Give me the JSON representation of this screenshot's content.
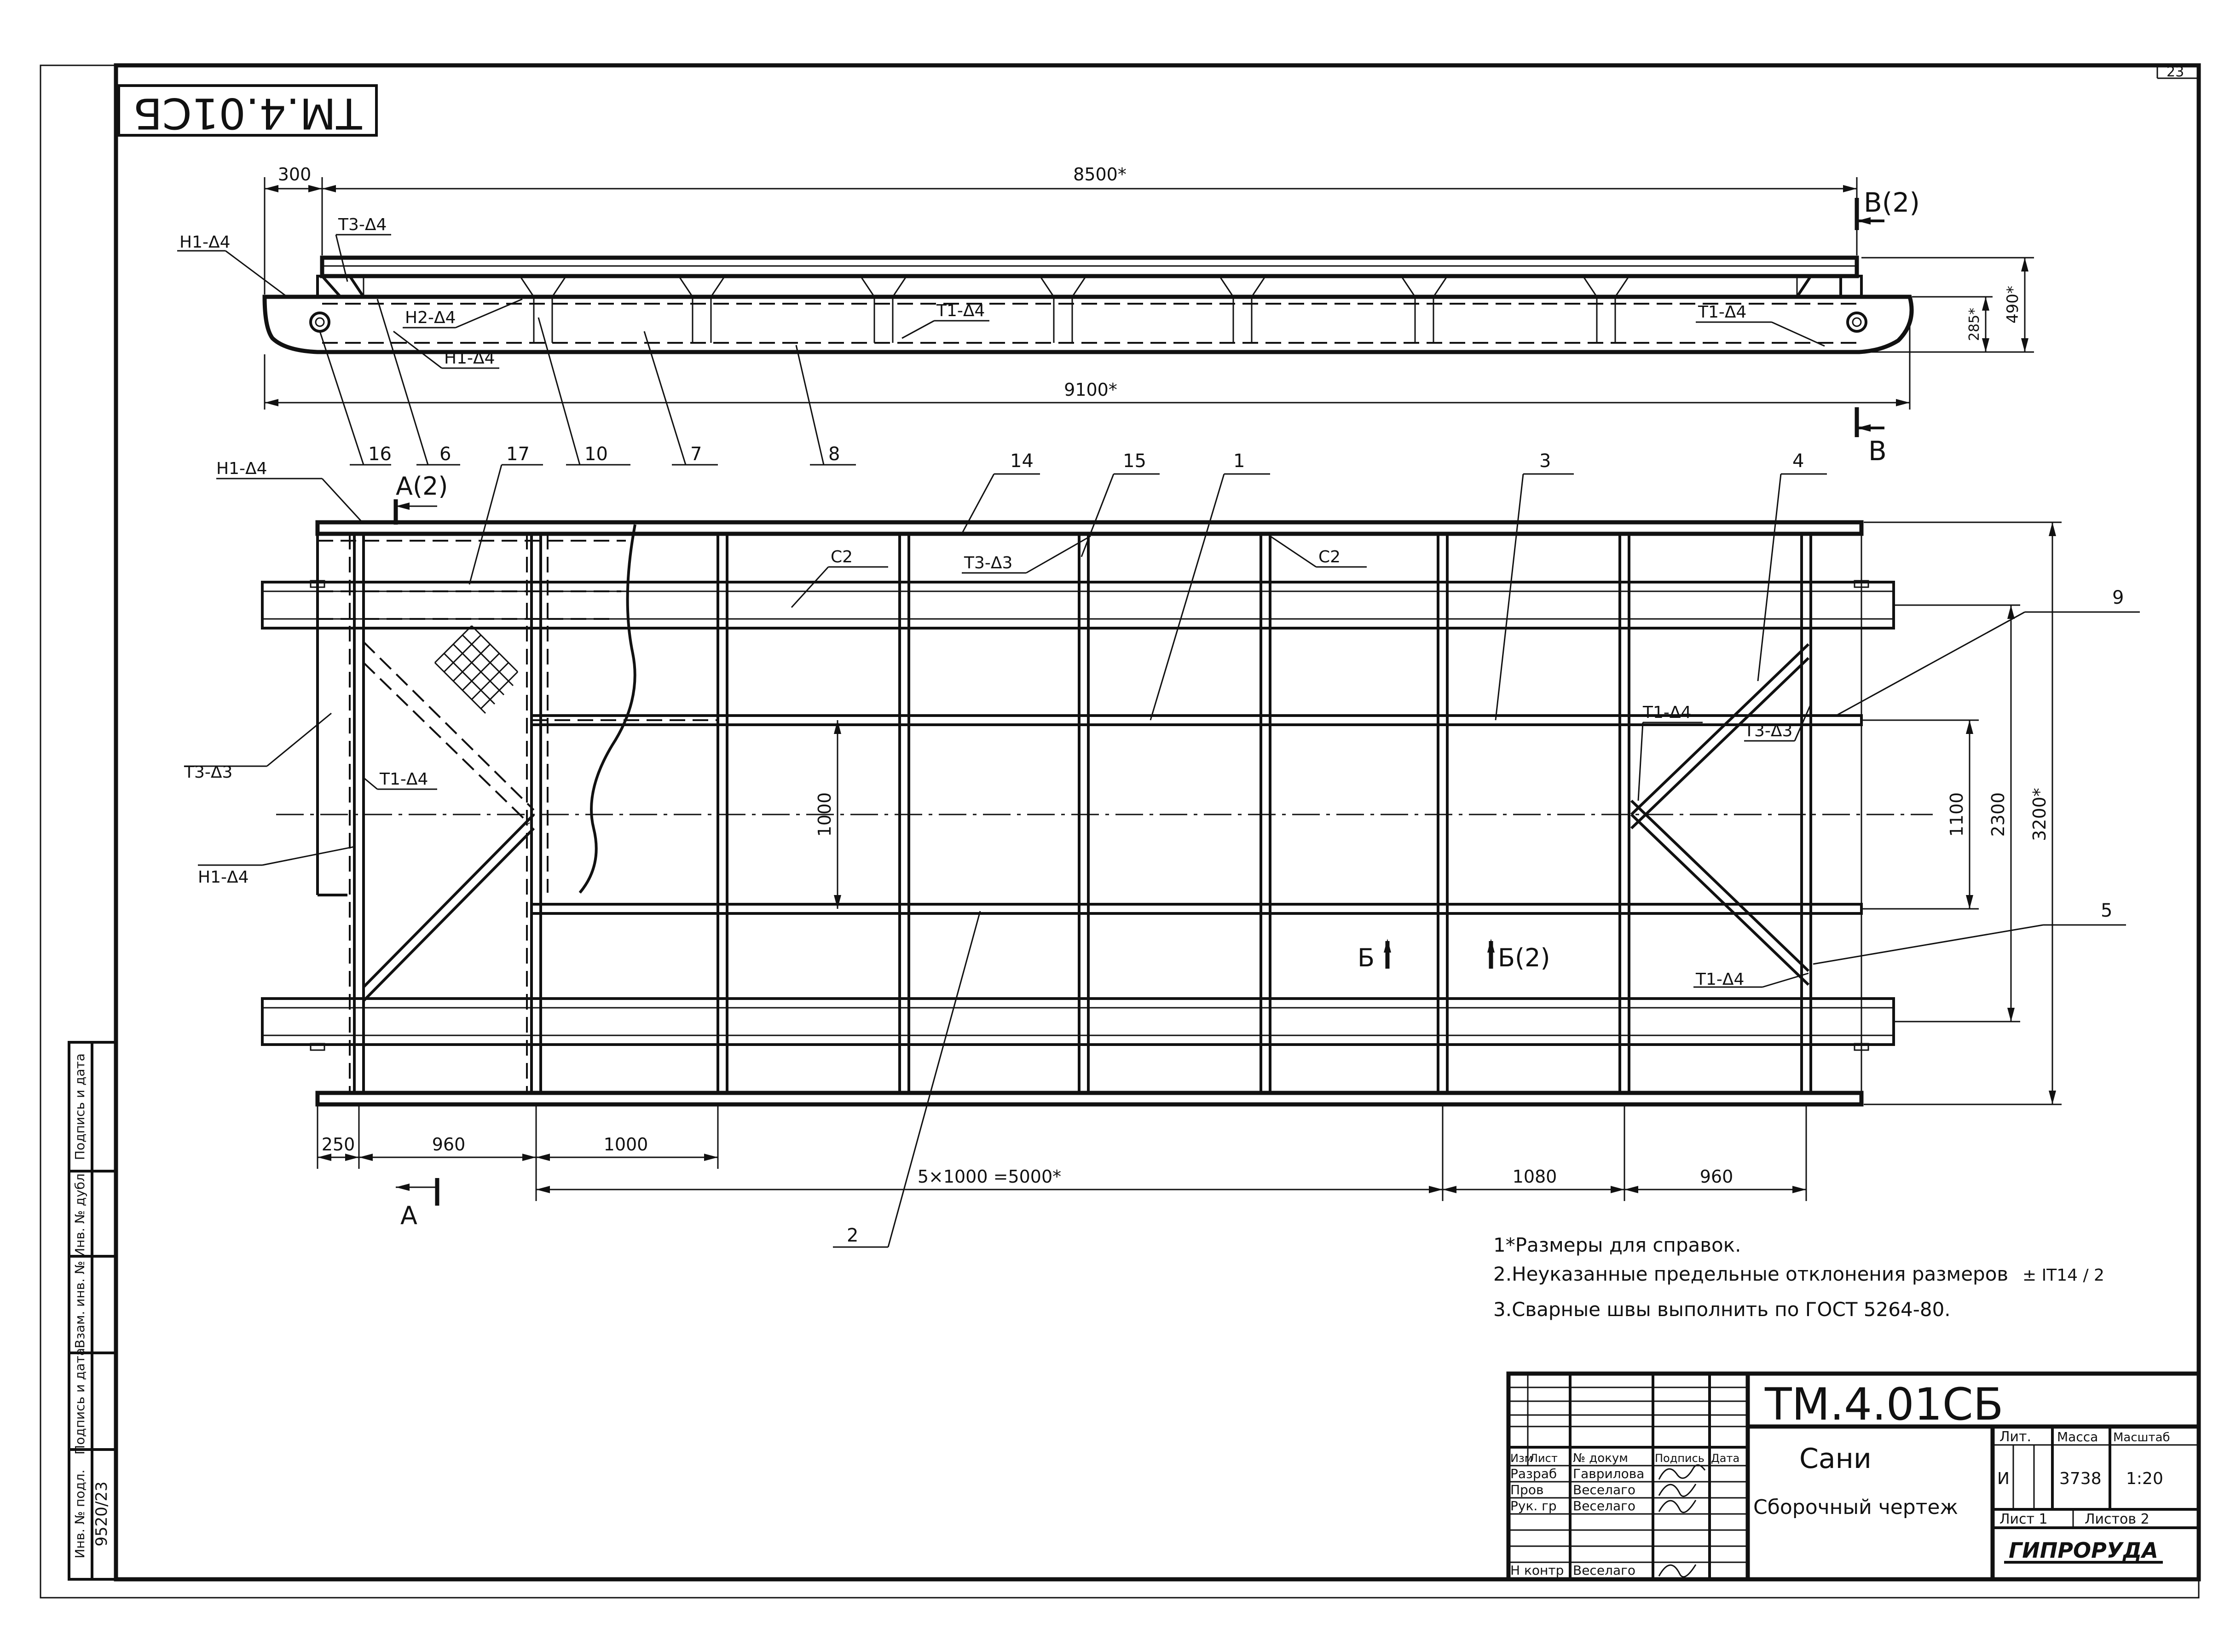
{
  "sheet": {
    "page_no": "23",
    "stamp_code_rotated": "ТМ.4.01СБ"
  },
  "side_view": {
    "dims": {
      "d300": "300",
      "d8500": "8500*",
      "d9100": "9100*",
      "d490": "490*",
      "d285": "285*"
    },
    "section_b": "В(2)",
    "section_b_bottom": "В",
    "welds": {
      "h1_left": "Н1-Δ4",
      "t3_top": "Т3-Δ4",
      "h2": "Н2-Δ4",
      "h1_mid": "Н1-Δ4",
      "t1_mid": "Т1-Δ4",
      "t1_right": "Т1-Δ4"
    },
    "positions": [
      "16",
      "6",
      "10",
      "7",
      "8"
    ]
  },
  "plan_view": {
    "positions_top": [
      "17",
      "14",
      "15",
      "1",
      "3",
      "4",
      "9",
      "5",
      "2"
    ],
    "section_a_top": "А(2)",
    "section_a_bottom": "А",
    "section_b": "Б",
    "section_b2": "Б(2)",
    "welds": {
      "h1_corner": "Н1-Δ4",
      "c2_left": "С2",
      "t3_top": "Т3-Δ3",
      "c2_right": "С2",
      "t3_left": "Т3-Δ3",
      "t1_left": "Т1-Δ4",
      "h1_left": "Н1-Δ4",
      "t1_right_top": "Т1-Δ4",
      "t3_right": "Т3-Δ3",
      "t1_right_bottom": "Т1-Δ4"
    },
    "dims": {
      "d1000_v": "1000",
      "d1100": "1100",
      "d2300": "2300",
      "d3200": "3200*",
      "d250": "250",
      "d960_left": "960",
      "d1000_h": "1000",
      "d5000": "5×1000 =5000*",
      "d1080": "1080",
      "d960_right": "960"
    }
  },
  "notes": {
    "n1": "1*Размеры для справок.",
    "n2": "2.Неуказанные предельные отклонения размеров",
    "n2_frac": "± IT14 / 2",
    "n3": "3.Сварные швы выполнить по ГОСТ 5264-80."
  },
  "left_strip": {
    "labels": [
      "Подпись и дата",
      "Инв. № дубл.",
      "Взам. инв. №",
      "Подпись и дата",
      "Инв. № подл."
    ],
    "inv_number": "9520/23"
  },
  "title_block": {
    "code": "ТМ.4.01СБ",
    "name": "Сани",
    "subtitle": "Сборочный чертеж",
    "headers": [
      "Изм",
      "Лист",
      "№ докум",
      "Подпись",
      "Дата"
    ],
    "roles": [
      {
        "role": "Разраб",
        "name": "Гаврилова"
      },
      {
        "role": "Пров",
        "name": "Веселаго"
      },
      {
        "role": "Рук. гр",
        "name": "Веселаго"
      },
      {
        "role": "Н контр",
        "name": "Веселаго"
      }
    ],
    "lit_header": "Лит.",
    "mass_header": "Масса",
    "scale_header": "Масштаб",
    "lit_value": "И",
    "mass_value": "3738",
    "scale_value": "1:20",
    "sheet_label": "Лист 1",
    "sheets_label": "Листов 2",
    "org": "ГИПРОРУДА"
  }
}
